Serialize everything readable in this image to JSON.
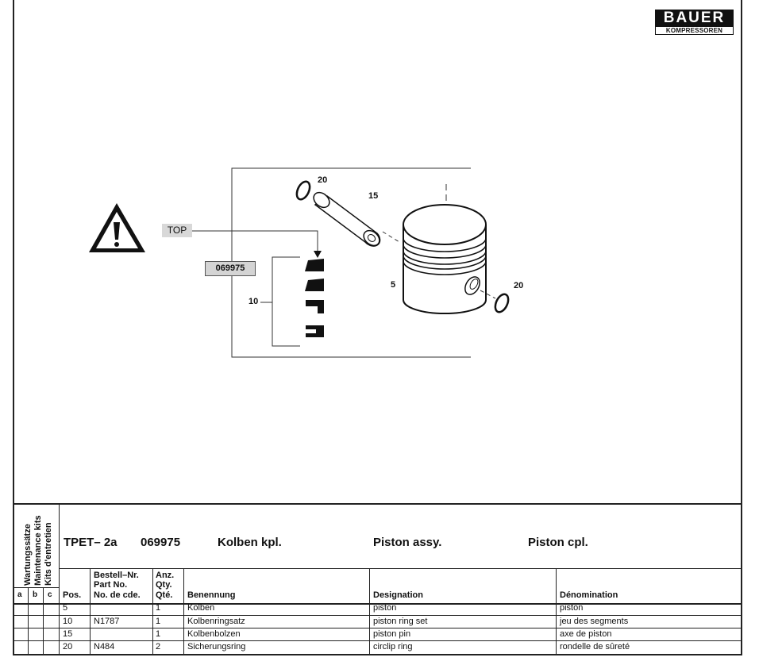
{
  "brand": {
    "name": "BAUER",
    "sub": "KOMPRESSOREN"
  },
  "drawing": {
    "top_label": "TOP",
    "part_box": "069975",
    "callouts": {
      "p20a": "20",
      "p15": "15",
      "p5": "5",
      "p20b": "20",
      "p10": "10"
    }
  },
  "kits_header": {
    "de": "Wartungssätze",
    "en": "Maintenance kits",
    "fr": "Kits d'entretien",
    "cols": [
      "a",
      "b",
      "c"
    ]
  },
  "heading": {
    "model": "TPET– 2a",
    "number": "069975",
    "de": "Kolben kpl.",
    "en": "Piston assy.",
    "fr": "Piston cpl."
  },
  "columns": {
    "pos": "Pos.",
    "partno": [
      "Bestell–Nr.",
      "Part No.",
      "No. de cde."
    ],
    "qty": [
      "Anz.",
      "Qty.",
      "Qté."
    ],
    "de": "Benennung",
    "en": "Designation",
    "fr": "Dénomination"
  },
  "rows": [
    {
      "pos": "5",
      "partno": "",
      "qty": "1",
      "de": "Kolben",
      "en": "piston",
      "fr": "piston"
    },
    {
      "pos": "10",
      "partno": "N1787",
      "qty": "1",
      "de": "Kolbenringsatz",
      "en": "piston ring set",
      "fr": "jeu des segments"
    },
    {
      "pos": "15",
      "partno": "",
      "qty": "1",
      "de": "Kolbenbolzen",
      "en": "piston pin",
      "fr": "axe de piston"
    },
    {
      "pos": "20",
      "partno": "N484",
      "qty": "2",
      "de": "Sicherungsring",
      "en": "circlip ring",
      "fr": "rondelle de sûreté"
    }
  ]
}
